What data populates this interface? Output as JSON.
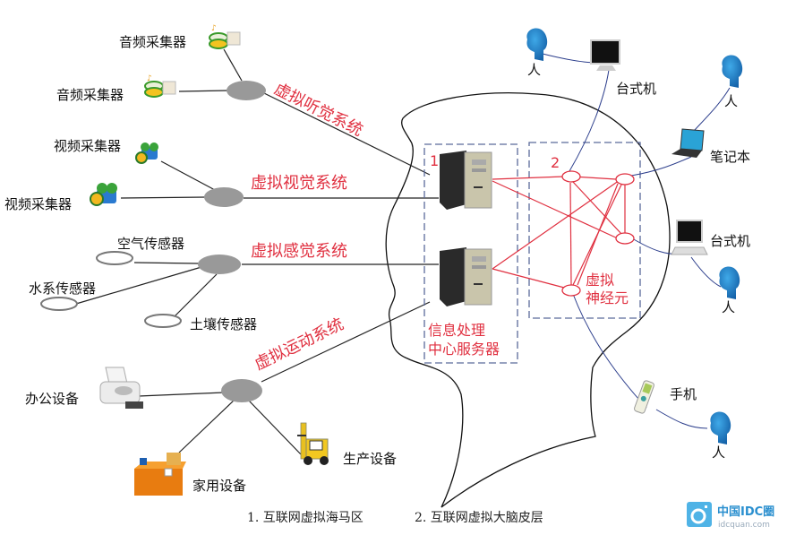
{
  "colors": {
    "hub": "#999999",
    "system_label": "#e03040",
    "neural_link": "#e03040",
    "user_link": "#2c3e8c",
    "dashed_box": "#5a6a9a",
    "person": "#1e7fc4"
  },
  "sources": {
    "audio": [
      {
        "label": "音频采集器",
        "icon": "audio-collector-icon"
      },
      {
        "label": "音频采集器",
        "icon": "audio-collector-icon"
      }
    ],
    "video": [
      {
        "label": "视频采集器",
        "icon": "video-camera-icon"
      },
      {
        "label": "视频采集器",
        "icon": "video-camera-icon"
      }
    ],
    "sensors": [
      {
        "label": "空气传感器",
        "icon": "sensor-icon"
      },
      {
        "label": "水系传感器",
        "icon": "sensor-icon"
      },
      {
        "label": "土壤传感器",
        "icon": "sensor-icon"
      }
    ],
    "devices": [
      {
        "label": "办公设备",
        "icon": "printer-icon"
      },
      {
        "label": "家用设备",
        "icon": "home-appliance-icon"
      },
      {
        "label": "生产设备",
        "icon": "forklift-icon"
      }
    ]
  },
  "systems": {
    "hearing": "虚拟听觉系统",
    "vision": "虚拟视觉系统",
    "sensing": "虚拟感觉系统",
    "motion": "虚拟运动系统"
  },
  "center": {
    "box1_number": "1",
    "box1_label_line1": "信息处理",
    "box1_label_line2": "中心服务器",
    "box2_number": "2",
    "neuron_label_line1": "虚拟",
    "neuron_label_line2": "神经元"
  },
  "terminals": [
    {
      "label": "台式机",
      "icon": "desktop-icon",
      "person": "人"
    },
    {
      "label": "笔记本",
      "icon": "laptop-icon",
      "person": "人"
    },
    {
      "label": "台式机",
      "icon": "desktop-icon",
      "person": "人"
    },
    {
      "label": "手机",
      "icon": "mobile-phone-icon",
      "person": "人"
    }
  ],
  "captions": {
    "caption1": "1. 互联网虚拟海马区",
    "caption2": "2. 互联网虚拟大脑皮层"
  },
  "watermark": {
    "brand": "中国IDC圈",
    "domain": "idcquan.com"
  }
}
